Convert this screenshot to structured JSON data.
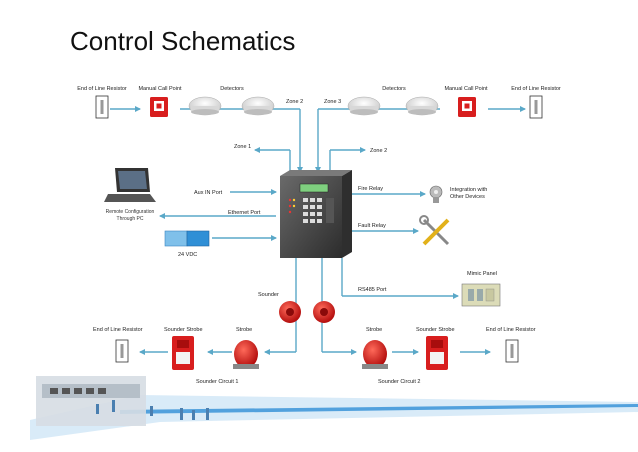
{
  "title": "Control Schematics",
  "labels": {
    "eol_resistor_tl": "End of Line Resistor",
    "manual_call_point_tl": "Manual Call Point",
    "detectors_left": "Detectors",
    "zone2_top": "Zone 2",
    "zone3_top": "Zone 3",
    "detectors_right": "Detectors",
    "manual_call_point_tr": "Manual Call Point",
    "eol_resistor_tr": "End of Line Resistor",
    "zone1": "Zone 1",
    "zone2_mid": "Zone 2",
    "aux_in_port": "Aux IN Port",
    "ethernet_port": "Ethernet Port",
    "remote_config_1": "Remote Configuration",
    "remote_config_2": "Through PC",
    "vdc": "24 VDC",
    "fire_relay": "Fire Relay",
    "integration_1": "Integration with",
    "integration_2": "Other Devices",
    "fault_relay": "Fault Relay",
    "mimic_panel": "Mimic Panel",
    "rs485_port": "RS485 Port",
    "sounder": "Sounder",
    "eol_resistor_bl": "End of Line Resistor",
    "sounder_strobe_l": "Sounder Strobe",
    "strobe_l": "Strobe",
    "sounder_circuit_1": "Sounder Circuit 1",
    "strobe_r": "Strobe",
    "sounder_strobe_r": "Sounder Strobe",
    "eol_resistor_br": "End of Line Resistor",
    "sounder_circuit_2": "Sounder Circuit 2"
  },
  "colors": {
    "line": "#5aa8c8",
    "panel": "#3c3c3c",
    "red": "#d81e1e",
    "accent_blue": "#2f8fd6"
  }
}
